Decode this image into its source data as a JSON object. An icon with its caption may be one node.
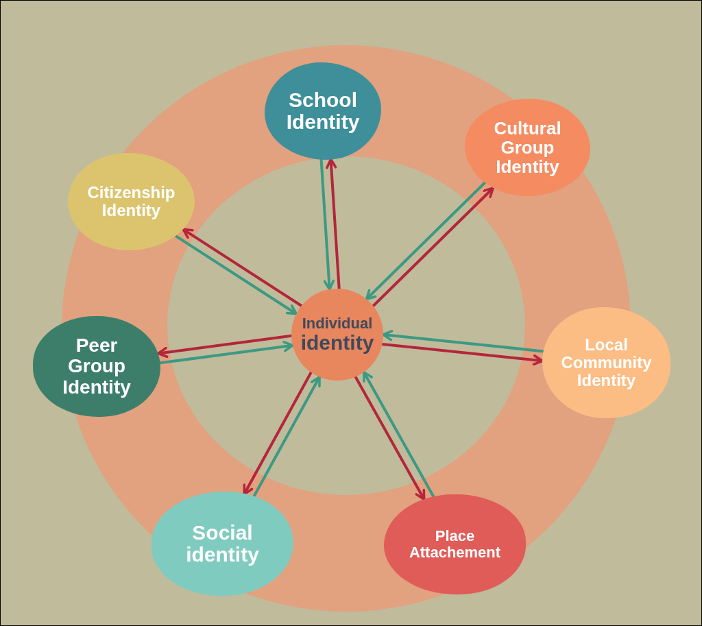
{
  "diagram": {
    "nodes": [
      {
        "text": [
          "School Identity"
        ]
      },
      {
        "text": [
          "Cultural Group Identity"
        ]
      },
      {
        "text": [
          "Citizenship Identity"
        ]
      },
      {
        "text": [
          "Individual",
          "identity"
        ]
      },
      {
        "text": [
          "Peer Group Identity"
        ]
      },
      {
        "text": [
          "Local Community Identity"
        ]
      },
      {
        "text": [
          "Social identity"
        ]
      },
      {
        "text": [
          "Place Attachement"
        ]
      }
    ],
    "edges": [
      {
        "from": 3,
        "to": 0,
        "arrow": "to",
        "color": "#b3263b"
      },
      {
        "from": 0,
        "to": 3,
        "arrow": "to",
        "color": "#3c9983"
      },
      {
        "from": 3,
        "to": 1,
        "arrow": "to",
        "color": "#b3263b"
      },
      {
        "from": 1,
        "to": 3,
        "arrow": "to",
        "color": "#3c9983"
      },
      {
        "from": 3,
        "to": 2,
        "arrow": "to",
        "color": "#b3263b"
      },
      {
        "from": 2,
        "to": 3,
        "arrow": "to",
        "color": "#3c9983"
      },
      {
        "from": 3,
        "to": 4,
        "arrow": "to",
        "color": "#b3263b"
      },
      {
        "from": 4,
        "to": 3,
        "arrow": "to",
        "color": "#3c9983"
      },
      {
        "from": 3,
        "to": 5,
        "arrow": "to",
        "color": "#b3263b"
      },
      {
        "from": 5,
        "to": 3,
        "arrow": "to",
        "color": "#3c9983"
      },
      {
        "from": 3,
        "to": 6,
        "arrow": "to",
        "color": "#b3263b"
      },
      {
        "from": 6,
        "to": 3,
        "arrow": "to",
        "color": "#3c9983"
      },
      {
        "from": 3,
        "to": 7,
        "arrow": "to",
        "color": "#b3263b"
      },
      {
        "from": 7,
        "to": 3,
        "arrow": "to",
        "color": "#3c9983"
      }
    ]
  }
}
